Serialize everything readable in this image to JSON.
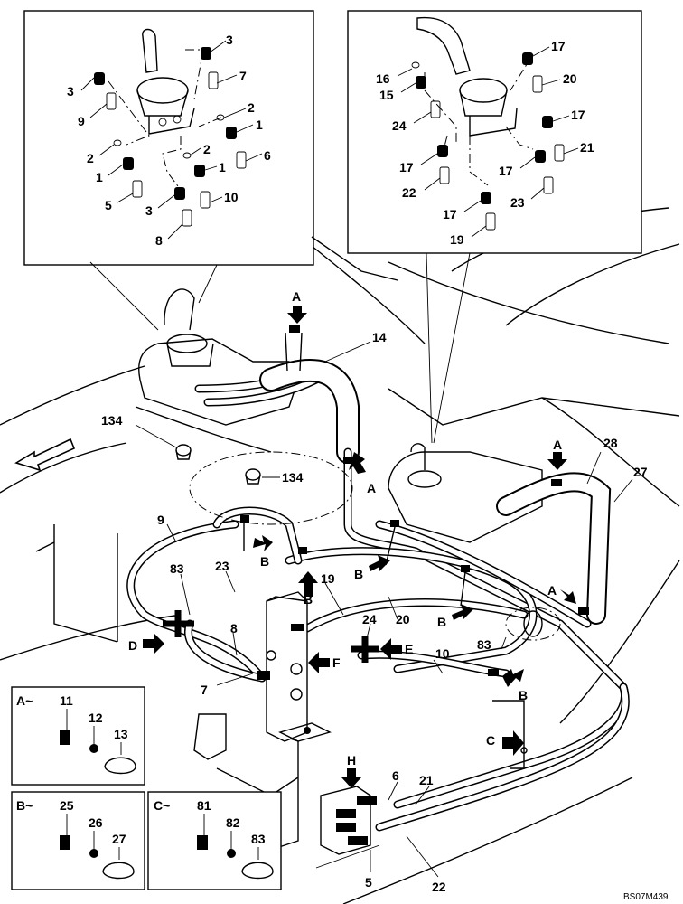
{
  "figure_ref": "BS07M439",
  "detail_left": [
    "3",
    "7",
    "3",
    "9",
    "2",
    "1",
    "2",
    "2",
    "1",
    "1",
    "6",
    "5",
    "3",
    "10",
    "8"
  ],
  "detail_right": [
    "17",
    "16",
    "20",
    "15",
    "24",
    "17",
    "17",
    "21",
    "17",
    "22",
    "23",
    "17",
    "19"
  ],
  "main": {
    "n14": "14",
    "n134a": "134",
    "n134b": "134",
    "n28": "28",
    "n27": "27",
    "n9": "9",
    "n83a": "83",
    "n23": "23",
    "n19": "19",
    "n20": "20",
    "n24": "24",
    "n8": "8",
    "n7": "7",
    "n10": "10",
    "n83b": "83",
    "n6": "6",
    "n21": "21",
    "n5": "5",
    "n22": "22"
  },
  "arrows": {
    "a1": "A",
    "a2": "A",
    "a3": "A",
    "a4": "A",
    "b1": "B",
    "b2": "B",
    "b3": "B",
    "b4": "B",
    "b5": "B",
    "c": "C",
    "d": "D",
    "e": "E",
    "f": "F",
    "h": "H"
  },
  "legend": {
    "a": {
      "title": "A~",
      "p1": "11",
      "p2": "12",
      "p3": "13"
    },
    "b": {
      "title": "B~",
      "p1": "25",
      "p2": "26",
      "p3": "27"
    },
    "c": {
      "title": "C~",
      "p1": "81",
      "p2": "82",
      "p3": "83"
    }
  }
}
